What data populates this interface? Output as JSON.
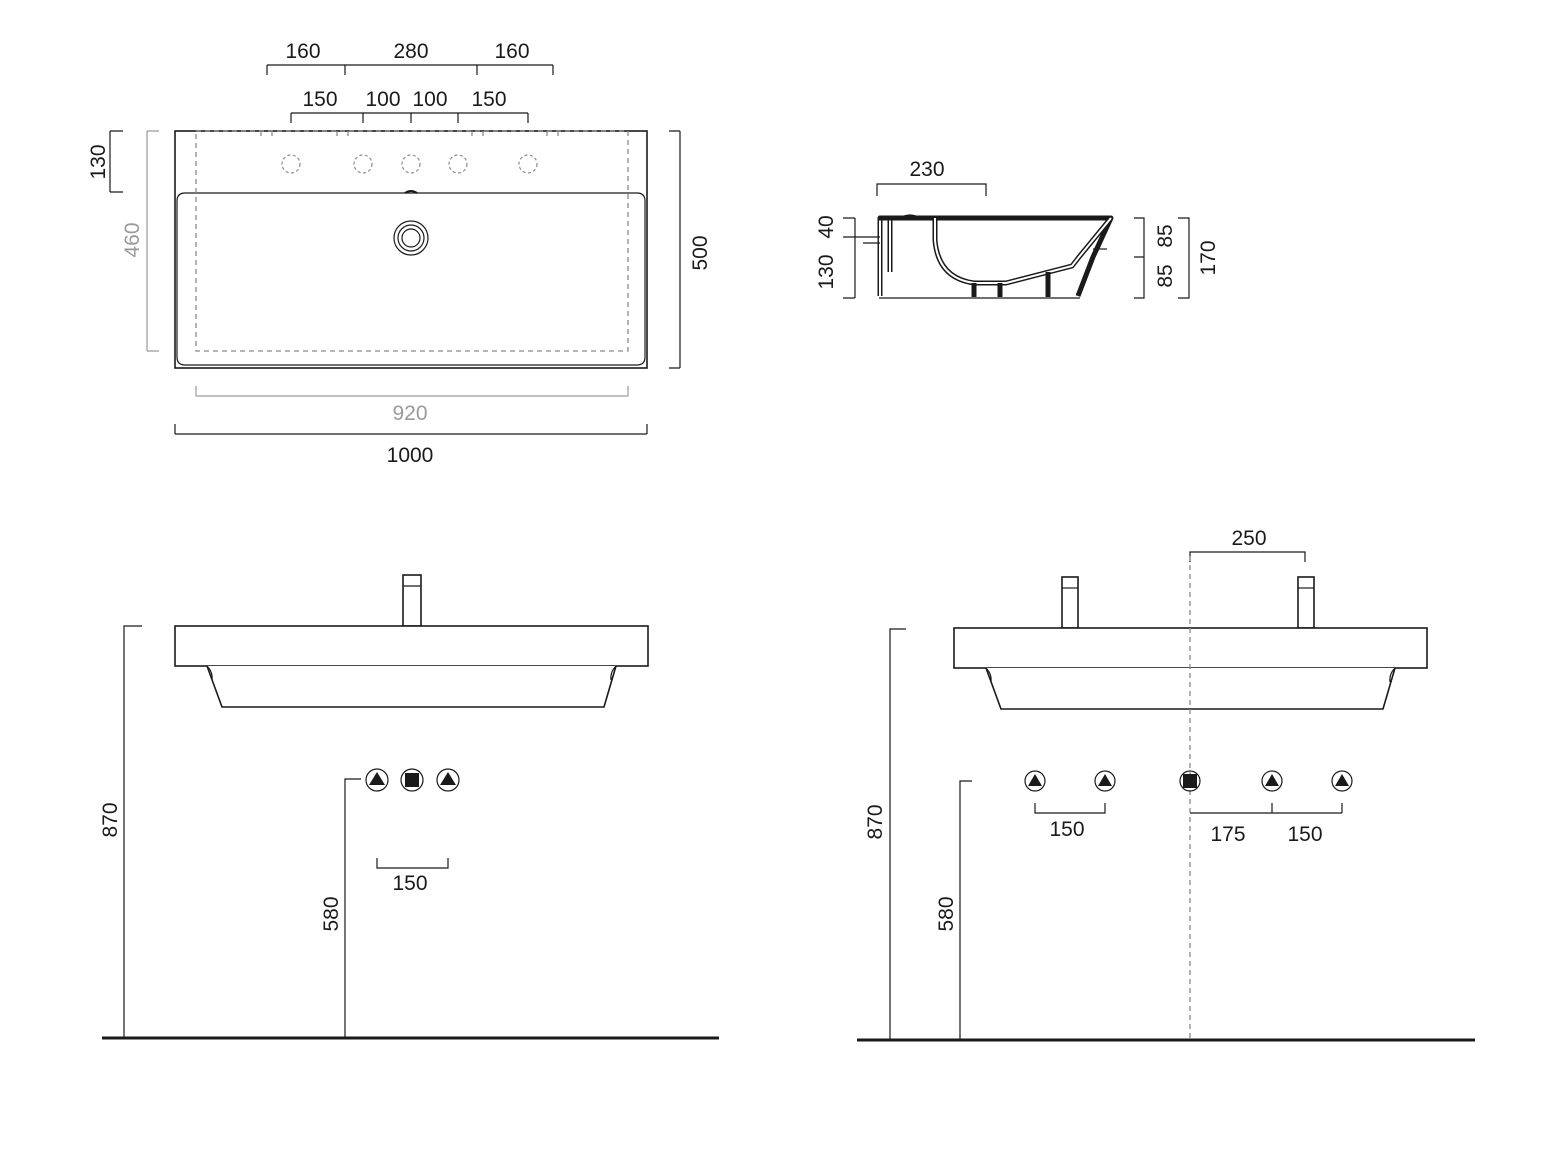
{
  "top_view": {
    "dim_top_row": [
      "160",
      "280",
      "160"
    ],
    "dim_second_row": [
      "150",
      "100",
      "100",
      "150"
    ],
    "dim_left_130": "130",
    "dim_left_460": "460",
    "dim_right_500": "500",
    "dim_bottom_920": "920",
    "dim_bottom_1000": "1000"
  },
  "side_section": {
    "dim_top_230": "230",
    "dim_left_40": "40",
    "dim_left_130": "130",
    "dim_right_85_top": "85",
    "dim_right_85_bottom": "85",
    "dim_right_170": "170"
  },
  "front_single": {
    "dim_height_870": "870",
    "dim_height_580": "580",
    "dim_spacing_150": "150"
  },
  "front_double": {
    "dim_top_250": "250",
    "dim_height_870": "870",
    "dim_height_580": "580",
    "dim_left_150": "150",
    "dim_center_175": "175",
    "dim_right_150": "150"
  },
  "colors": {
    "line": "#1a1a1a",
    "secondary": "#9a9a9a"
  },
  "icons": [
    "hot-cold-connection-icon",
    "drain-connection-icon"
  ]
}
